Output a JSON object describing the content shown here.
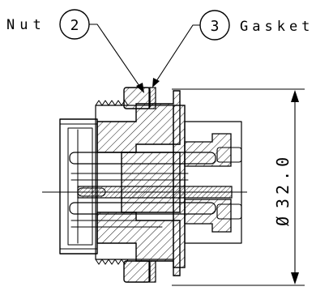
{
  "callouts": [
    {
      "number": "2",
      "label": "Nut"
    },
    {
      "number": "3",
      "label": "Gasket"
    }
  ],
  "dimension": {
    "symbol": "Ø",
    "value": "32.0"
  },
  "colors": {
    "line": "#000000",
    "background": "#ffffff"
  }
}
